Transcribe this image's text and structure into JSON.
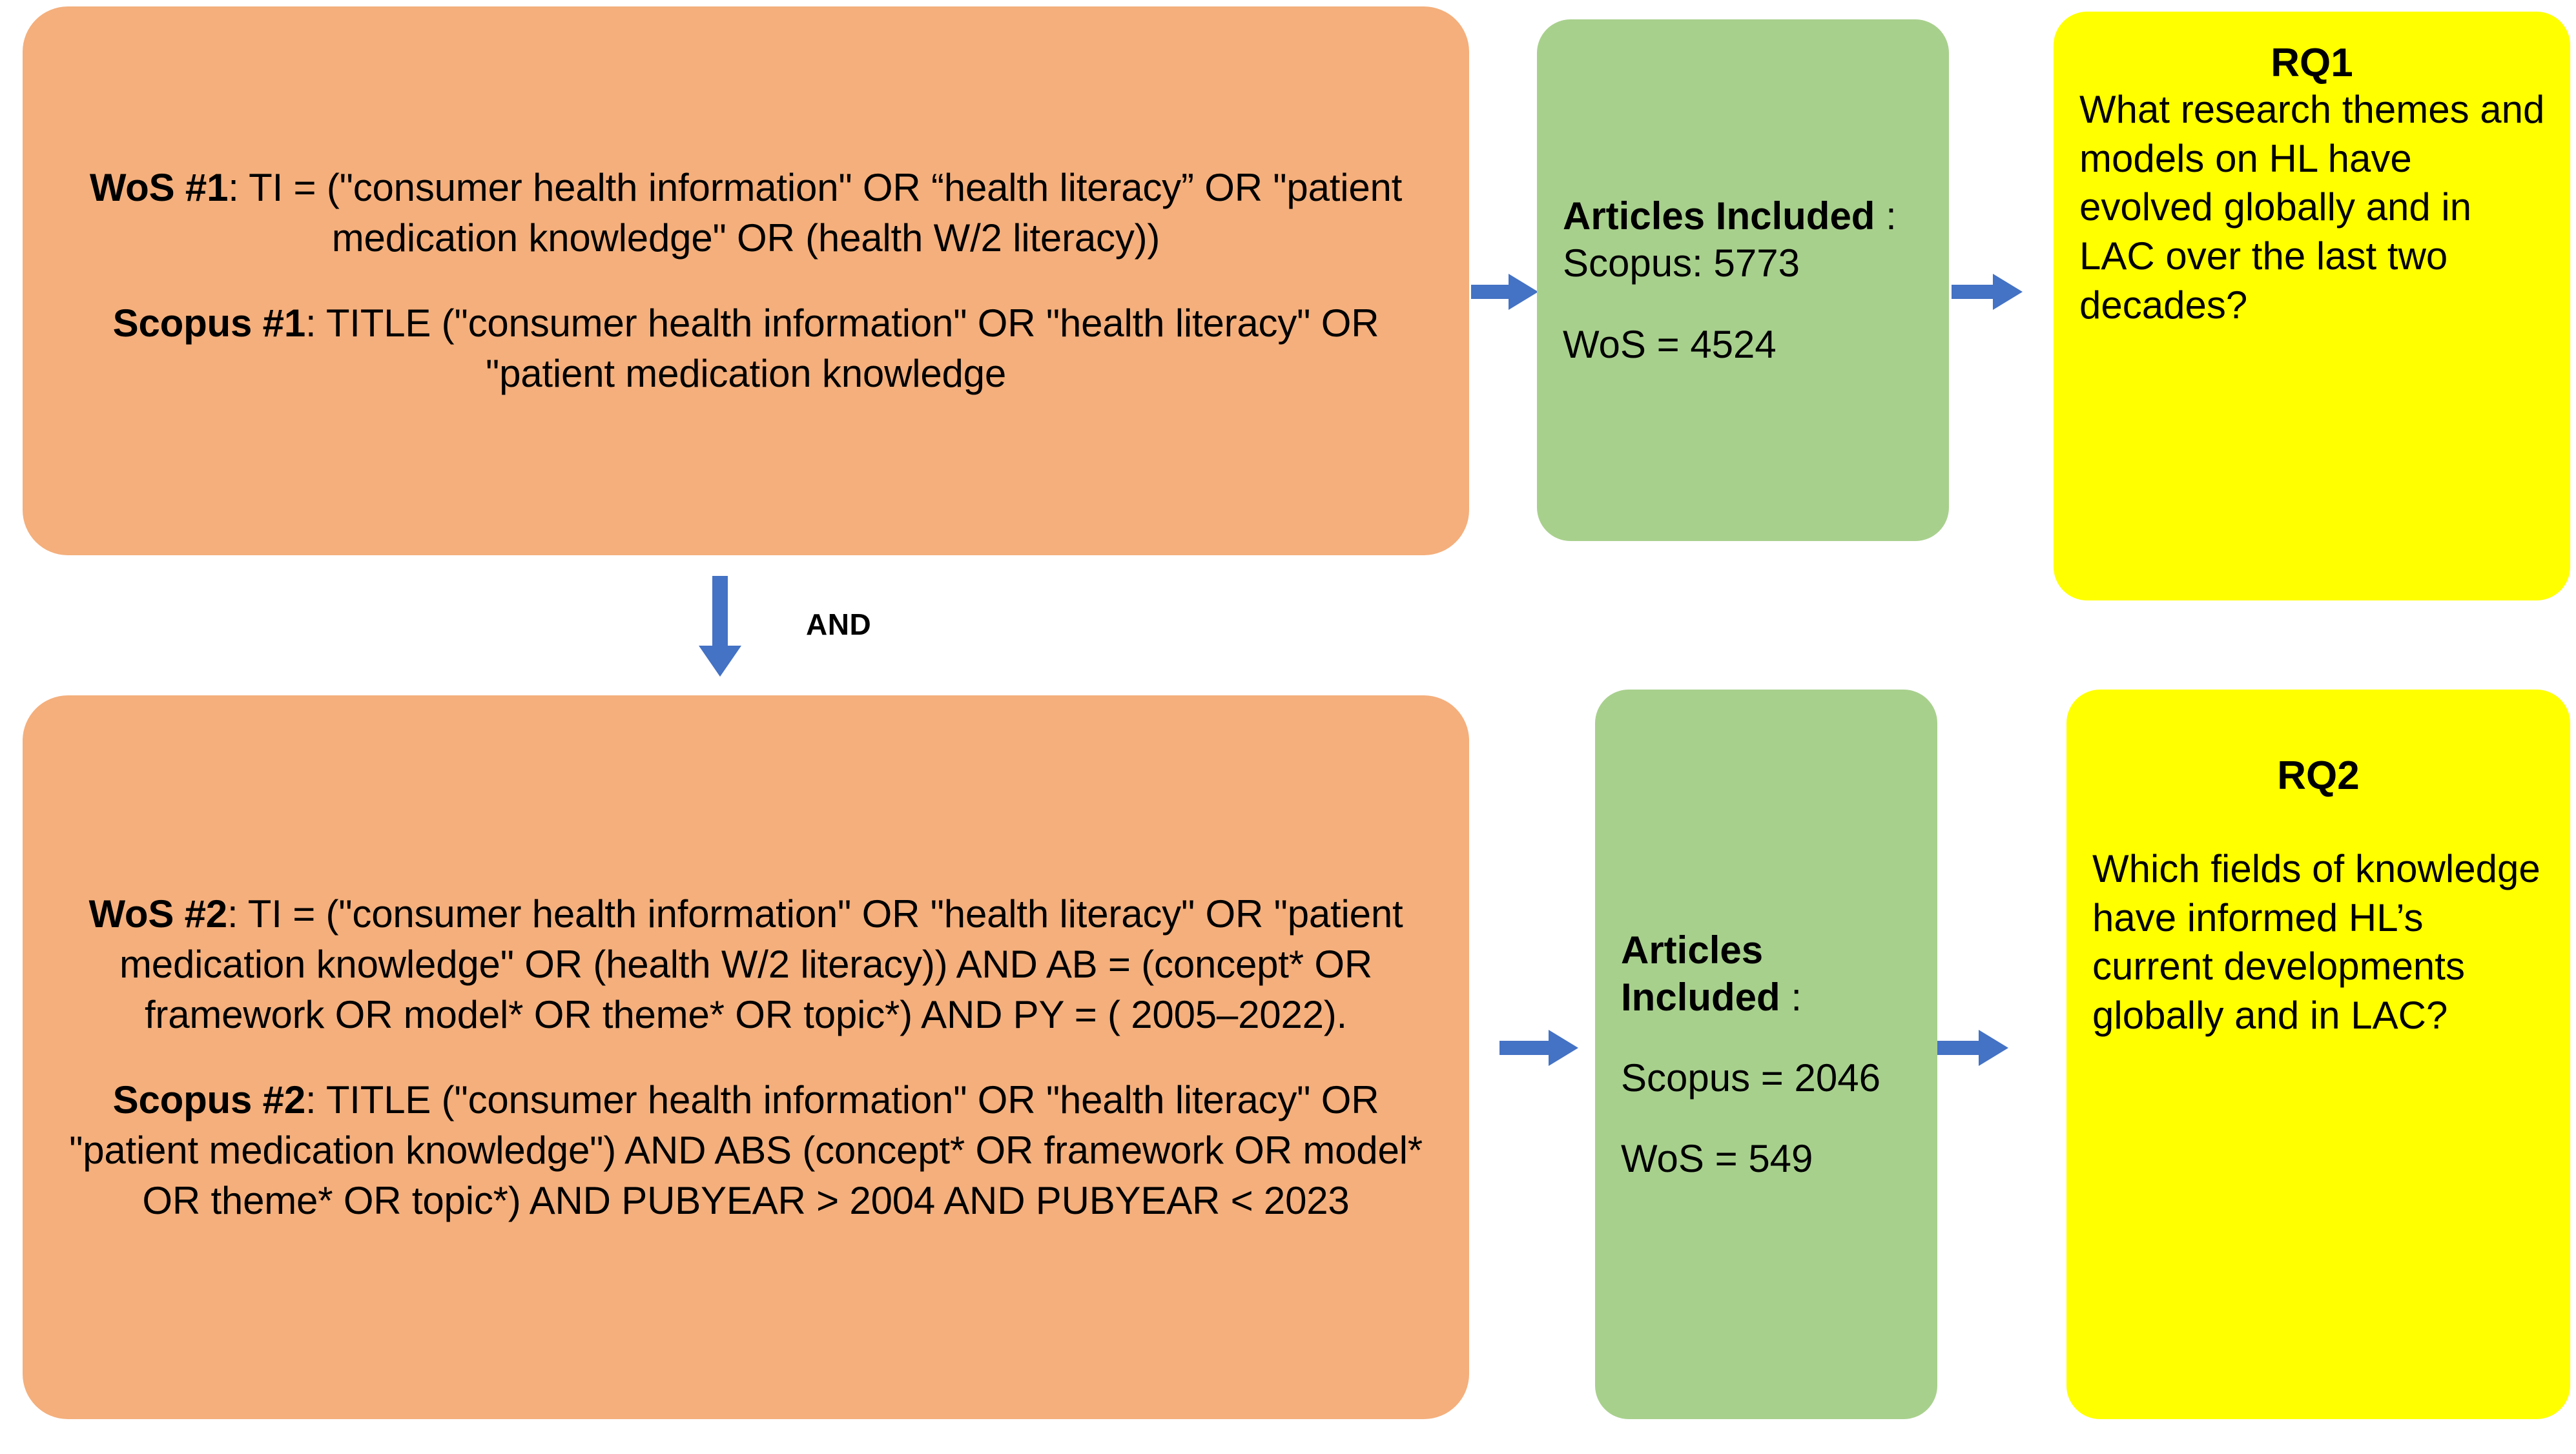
{
  "diagram": {
    "title": "Database search strategy and research questions flow",
    "colors": {
      "query_box": "#F4AF7C",
      "count_box": "#A8D08D",
      "question_box": "#FFFF00",
      "arrow": "#4472C4",
      "text": "#000000",
      "background": "#FFFFFF"
    }
  },
  "stage1": {
    "query_box": {
      "wos": {
        "lead": "WoS #1",
        "text": ": TI = (\"consumer health information\" OR “health literacy” OR \"patient medication knowledge\" OR (health W/2 literacy))"
      },
      "scopus": {
        "lead": "Scopus #1",
        "text": ": TITLE (\"consumer health information\" OR \"health literacy\" OR \"patient medication knowledge"
      }
    },
    "count_box": {
      "title": "Articles Included",
      "title_suffix": " :",
      "lines": [
        "Scopus: 5773",
        "WoS = 4524"
      ]
    },
    "question_box": {
      "title": "RQ1",
      "body": "What research themes and models on HL have evolved globally and in LAC over the last two decades?"
    }
  },
  "connector": {
    "label": "AND",
    "arrow_icon": "arrow-down-icon"
  },
  "stage2": {
    "query_box": {
      "wos": {
        "lead": "WoS #2",
        "text": ": TI = (\"consumer health information\" OR \"health literacy\" OR \"patient medication knowledge\" OR (health W/2 literacy)) AND AB = (concept* OR framework OR model* OR theme* OR topic*) AND PY = ( 2005–2022)."
      },
      "scopus": {
        "lead": "Scopus #2",
        "text": ": TITLE (\"consumer health information\" OR \"health literacy\" OR \"patient medication knowledge\") AND ABS (concept* OR framework OR model* OR theme* OR topic*) AND PUBYEAR > 2004 AND PUBYEAR < 2023"
      }
    },
    "count_box": {
      "title": "Articles Included",
      "title_suffix": " :",
      "lines": [
        "Scopus = 2046",
        "WoS = 549"
      ]
    },
    "question_box": {
      "title": "RQ2",
      "body": "Which fields of knowledge have informed HL’s current developments globally and in LAC?"
    }
  }
}
